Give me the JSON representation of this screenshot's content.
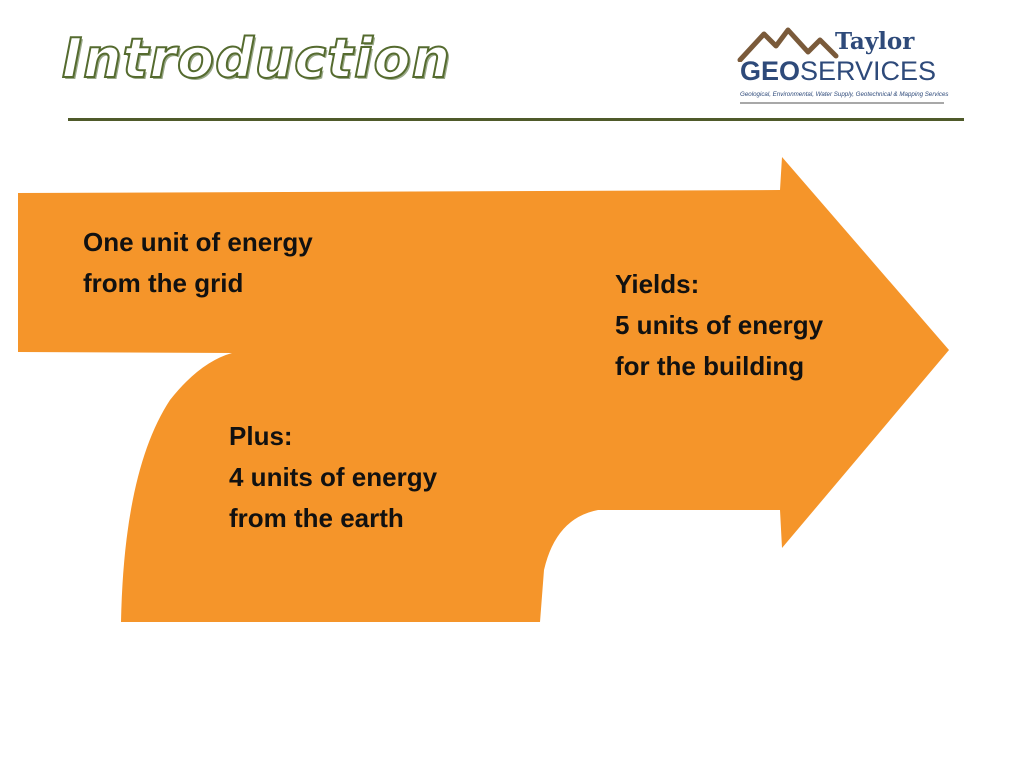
{
  "slide": {
    "title": "Introduction"
  },
  "logo": {
    "brand_top": "Taylor",
    "brand_geo": "GEO",
    "brand_services": "SERVICES",
    "tagline": "Geological, Environmental, Water Supply, Geotechnical & Mapping Services",
    "mountain_color": "#7a5a3a"
  },
  "diagram": {
    "arrow_color": "#f5952a",
    "grid_input": {
      "line1": "One unit of energy",
      "line2": "from the grid"
    },
    "earth_input": {
      "line1": "Plus:",
      "line2": "4 units of energy",
      "line3": "from the earth"
    },
    "output": {
      "line1": "Yields:",
      "line2": "5 units of energy",
      "line3": "for the building"
    }
  }
}
